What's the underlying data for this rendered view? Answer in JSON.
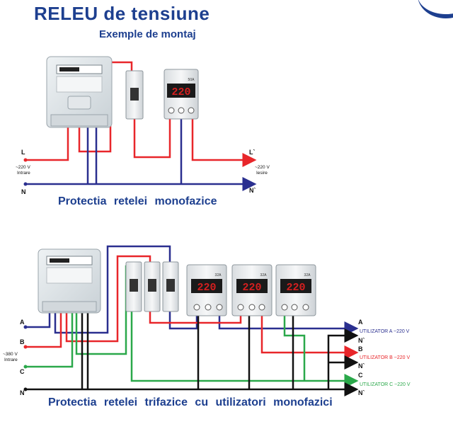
{
  "header": {
    "title": "RELEU de tensiune",
    "subtitle": "Exemple de montaj"
  },
  "single_phase": {
    "caption": "Protectia  retelei monofazice",
    "label_l_in": "L",
    "label_n_in": "N",
    "label_l_out": "L`",
    "label_n_out": "N`",
    "input_voltage": "~220 V",
    "input_note": "Intrare",
    "output_voltage": "~220 V",
    "output_note": "Iesire",
    "relay_display": "220",
    "relay_rating": "50A"
  },
  "three_phase": {
    "caption": "Protectia  retelei  trifazice  cu  utilizatori  monofazici",
    "label_a": "A",
    "label_b": "B",
    "label_c": "C",
    "label_n": "N",
    "input_voltage": "~380 V",
    "input_note": "Intrare",
    "out_a": "A",
    "out_b": "B",
    "out_c": "C",
    "out_n": "N`",
    "user_a": "UTILIZATOR  A  ~220 V",
    "user_b": "UTILIZATOR  B  ~220 V",
    "user_c": "UTILIZATOR  C  ~220 V",
    "relay_display": "220",
    "relay_rating": "32A"
  },
  "colors": {
    "phase_red": "#e8262a",
    "neutral_blue": "#2a2f8f",
    "phase_green": "#2aa84a",
    "neutral_black": "#111111",
    "brand_blue": "#1d3f8f",
    "display_red": "#d41f1f"
  }
}
